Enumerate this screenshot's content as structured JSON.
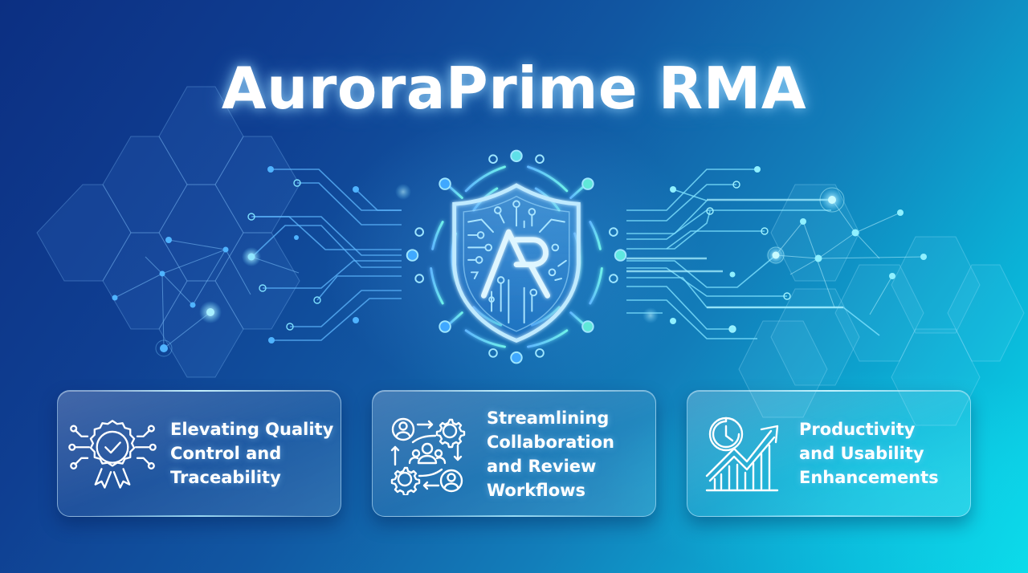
{
  "title": "AuroraPrime RMA",
  "emblem": {
    "monogram": "AR",
    "icon": "shield-circuit-icon"
  },
  "cards": [
    {
      "icon": "award-badge-check-icon",
      "lines": [
        "Elevating Quality",
        "Control and",
        "Traceability"
      ]
    },
    {
      "icon": "collaboration-workflow-icon",
      "lines": [
        "Streamlining",
        "Collaboration",
        "and Review",
        "Workflows"
      ]
    },
    {
      "icon": "productivity-growth-chart-icon",
      "lines": [
        "Productivity",
        "and Usability",
        "Enhancements"
      ]
    }
  ],
  "colors": {
    "bg_start": "#0c2f82",
    "bg_mid": "#1157a2",
    "bg_end": "#0bdcea",
    "glow": "#7fe6ff",
    "text": "#ffffff"
  }
}
